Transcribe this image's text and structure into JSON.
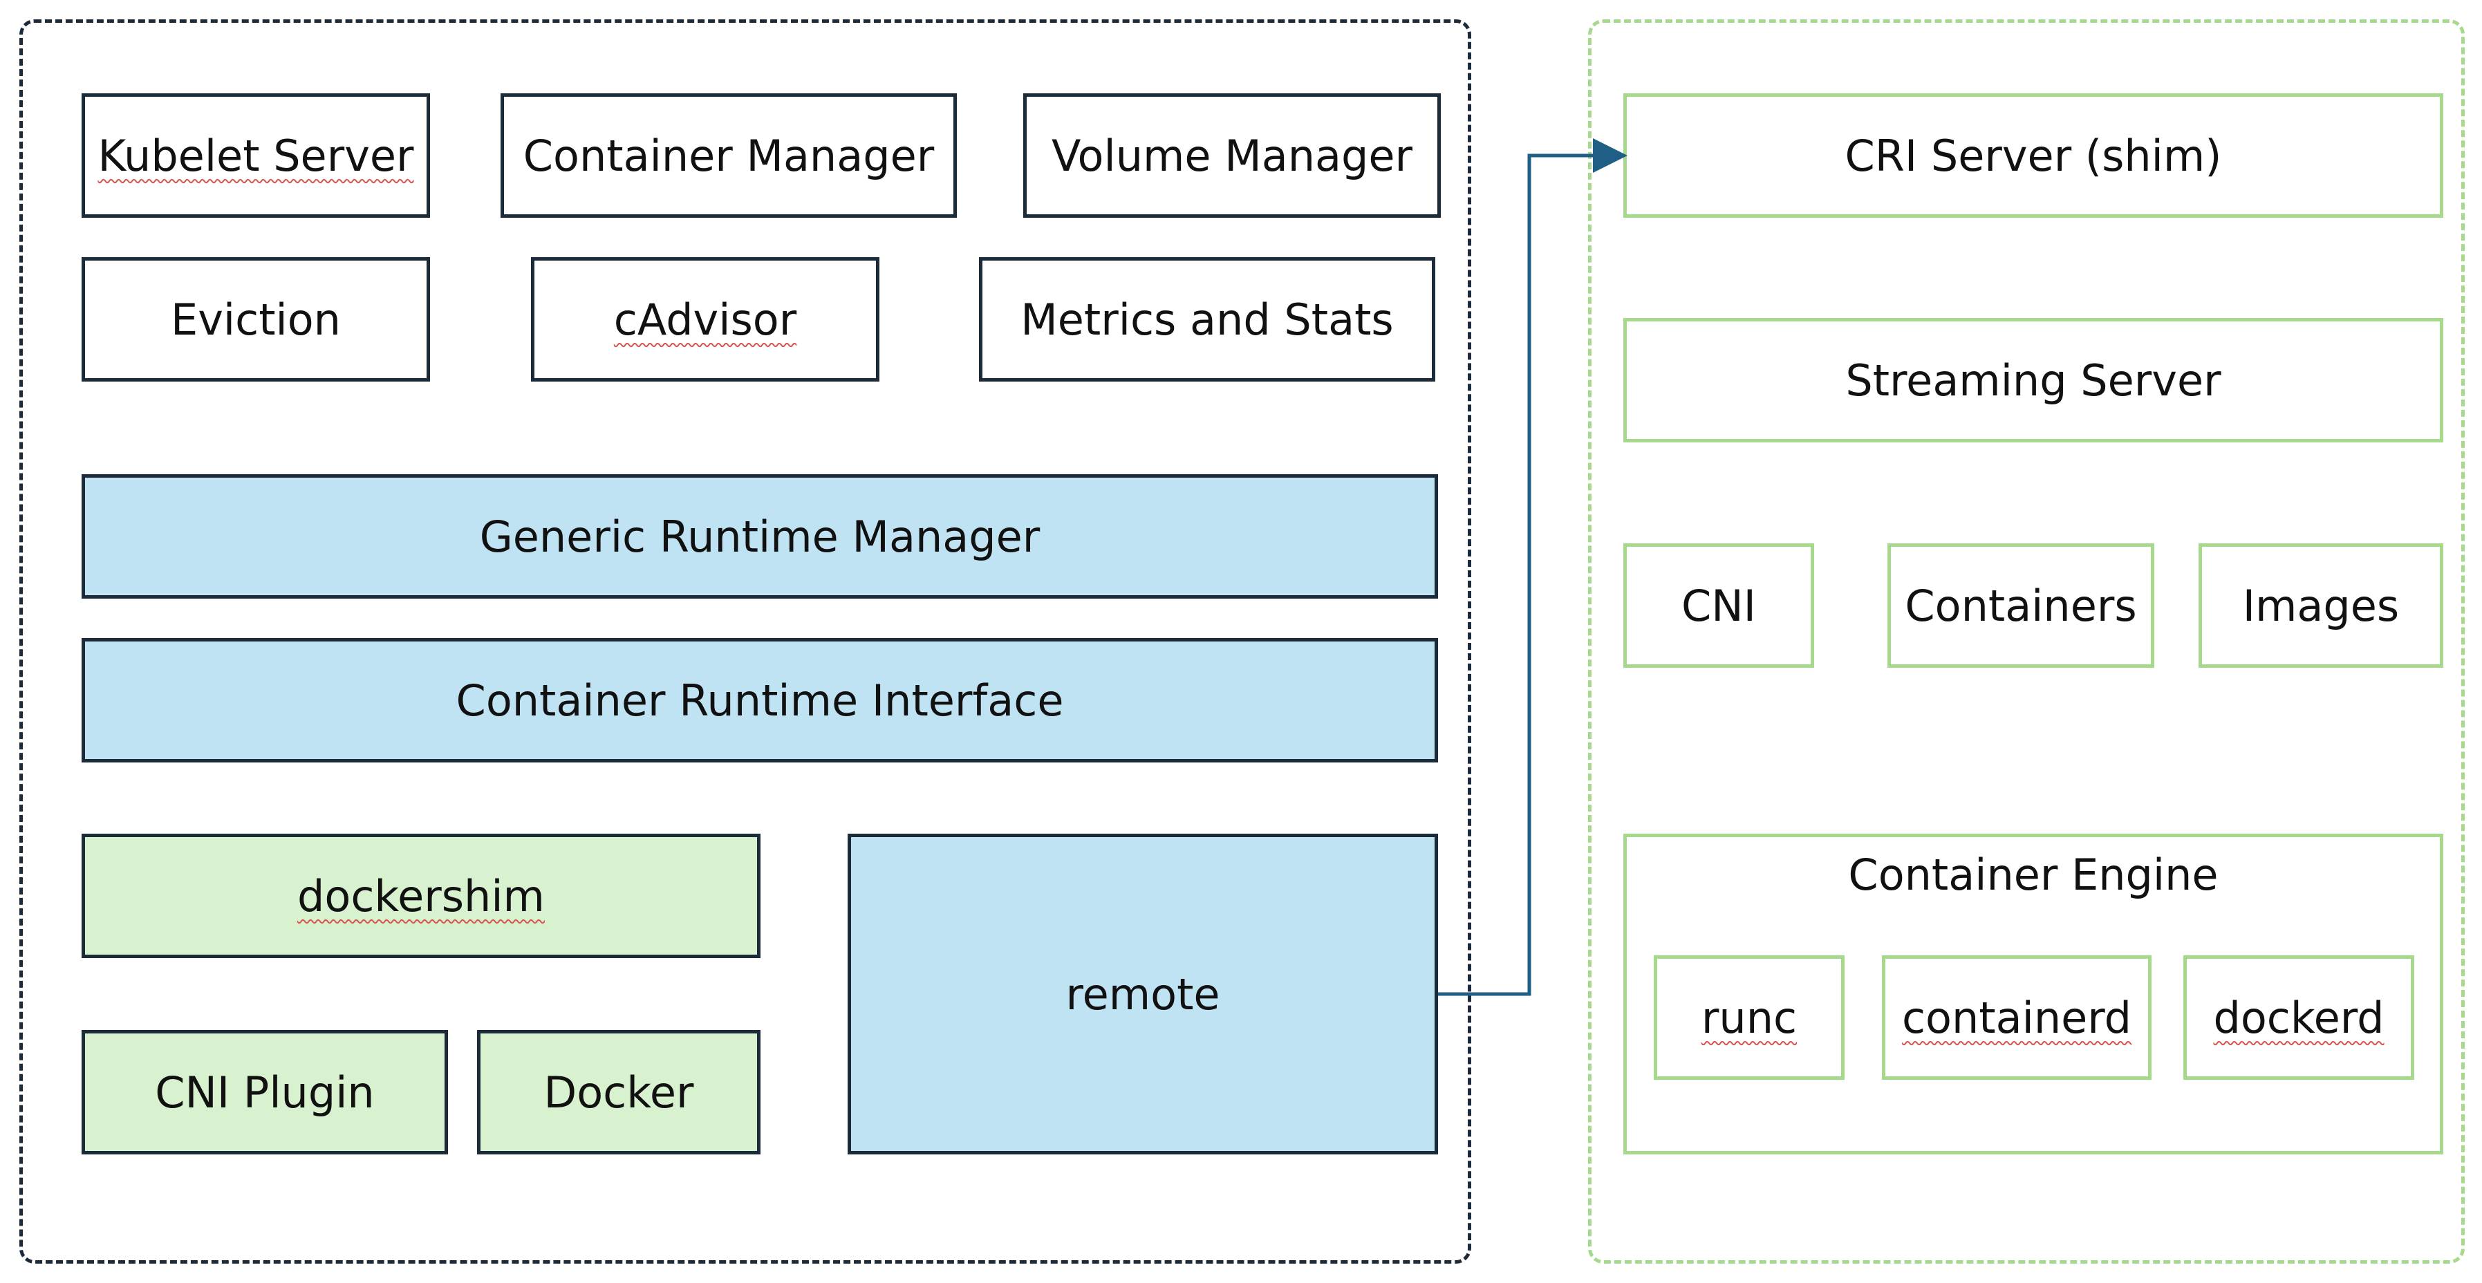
{
  "colors": {
    "dark_border": "#1c2b3a",
    "blue_fill": "#c0e3f4",
    "green_fill": "#d8f1cf",
    "light_green_border": "#a6d98c",
    "arrow": "#1f5f86"
  },
  "kubelet": {
    "kubelet_server": "Kubelet Server",
    "container_manager": "Container Manager",
    "volume_manager": "Volume Manager",
    "eviction": "Eviction",
    "cadvisor": "cAdvisor",
    "metrics_and_stats": "Metrics and Stats",
    "generic_runtime_manager": "Generic Runtime Manager",
    "container_runtime_interface": "Container Runtime Interface",
    "dockershim": "dockershim",
    "cni_plugin": "CNI Plugin",
    "docker": "Docker",
    "remote": "remote"
  },
  "cri": {
    "cri_server": "CRI Server (shim)",
    "streaming_server": "Streaming Server",
    "cni": "CNI",
    "containers": "Containers",
    "images": "Images",
    "container_engine": "Container Engine",
    "runc": "runc",
    "containerd": "containerd",
    "dockerd": "dockerd"
  }
}
